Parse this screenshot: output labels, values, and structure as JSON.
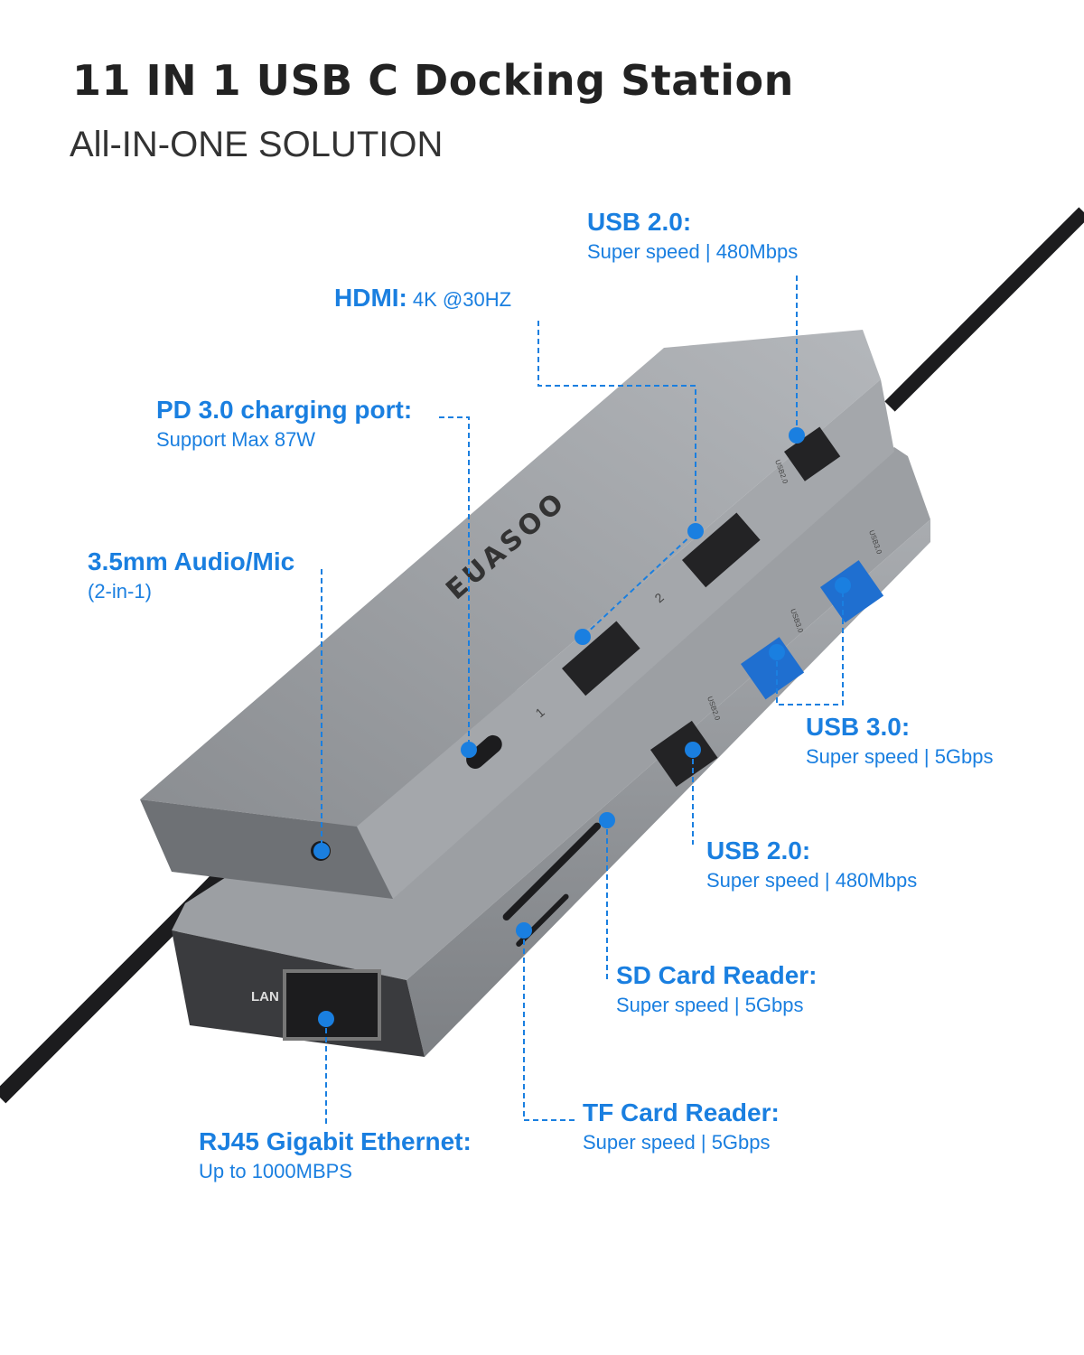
{
  "header": {
    "title": "11 IN 1 USB C Docking Station",
    "subtitle": "All-IN-ONE SOLUTION"
  },
  "device": {
    "brand": "EUASOO",
    "port_labels": [
      "USB2.0",
      "USB3.0",
      "USB3.0",
      "USB2.0",
      "LAN",
      "1",
      "2"
    ]
  },
  "callouts": [
    {
      "id": "usb2-top",
      "title": "USB 2.0:",
      "detail": "Super speed | 480Mbps"
    },
    {
      "id": "hdmi",
      "title": "HDMI:",
      "detail": "4K @30HZ"
    },
    {
      "id": "pd",
      "title": "PD 3.0 charging port:",
      "detail": "Support Max 87W"
    },
    {
      "id": "audio",
      "title": "3.5mm Audio/Mic",
      "detail": "(2-in-1)"
    },
    {
      "id": "usb3",
      "title": "USB 3.0:",
      "detail": "Super speed | 5Gbps"
    },
    {
      "id": "usb2-bottom",
      "title": "USB 2.0:",
      "detail": "Super speed | 480Mbps"
    },
    {
      "id": "sd",
      "title": "SD Card Reader:",
      "detail": "Super speed | 5Gbps"
    },
    {
      "id": "tf",
      "title": "TF Card Reader:",
      "detail": "Super speed | 5Gbps"
    },
    {
      "id": "rj45",
      "title": "RJ45 Gigabit Ethernet:",
      "detail": "Up to 1000MBPS"
    }
  ],
  "colors": {
    "accent": "#1a7fe0",
    "body": "#8f9296",
    "title": "#222222"
  }
}
